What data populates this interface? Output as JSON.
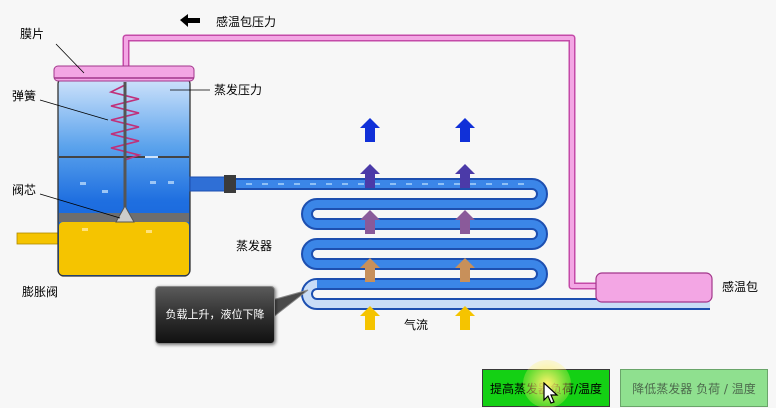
{
  "labels": {
    "diaphragm": "膜片",
    "spring": "弹簧",
    "valve_core": "阀芯",
    "expansion_valve": "膨胀阀",
    "evaporator_pressure": "蒸发压力",
    "bulb_pressure": "感温包压力",
    "evaporator": "蒸发器",
    "bulb": "感温包",
    "airflow": "气流"
  },
  "tooltip": {
    "text": "负载上升，液位下降"
  },
  "buttons": {
    "raise": "提高蒸发器负荷/温度",
    "lower": "降低蒸发器 负荷 / 温度"
  },
  "icons": {
    "pressure_direction": "arrow-left-icon",
    "cursor": "pointer-cursor-icon"
  },
  "colors": {
    "capillary": "#f07ad6",
    "coil": "#2f6fd6",
    "liquid": "#f5c400",
    "button_active": "#14d014",
    "button_inactive": "#8fe08f"
  }
}
